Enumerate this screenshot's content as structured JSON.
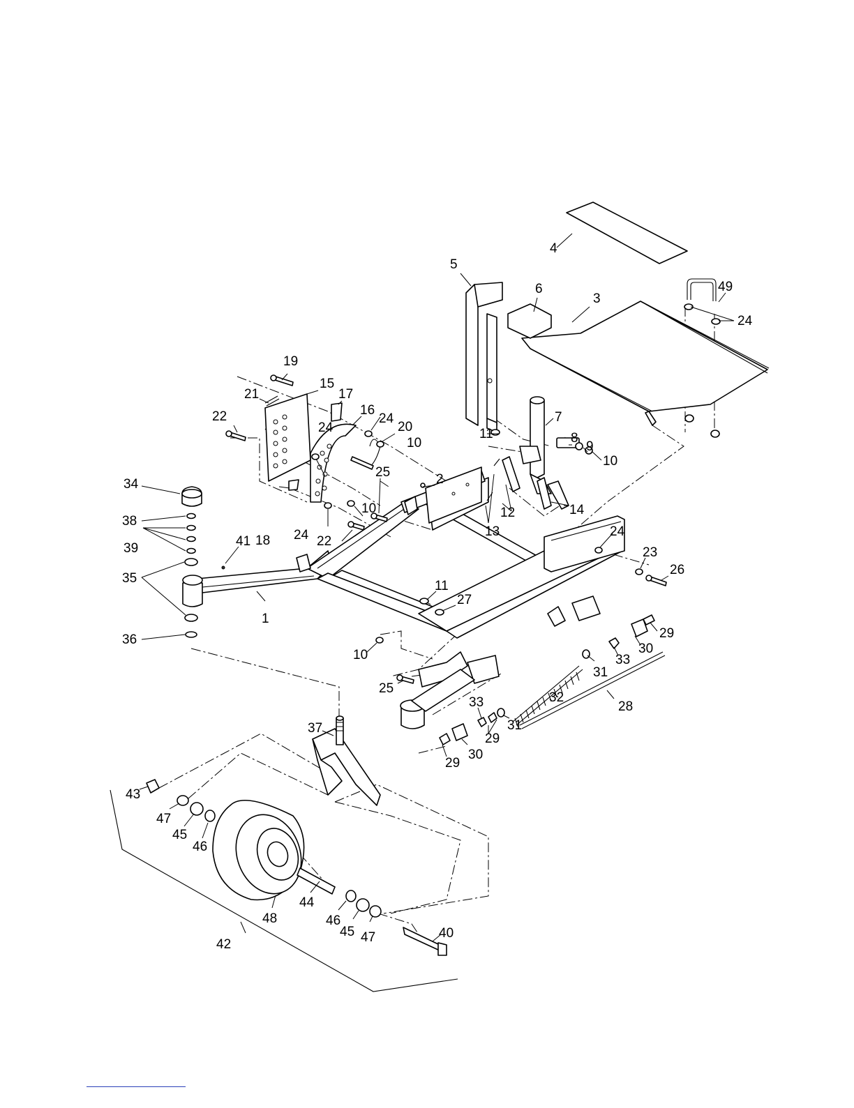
{
  "diagram": {
    "callouts": [
      {
        "id": "c1",
        "text": "1"
      },
      {
        "id": "c2",
        "text": "2"
      },
      {
        "id": "c3",
        "text": "3"
      },
      {
        "id": "c4",
        "text": "4"
      },
      {
        "id": "c5",
        "text": "5"
      },
      {
        "id": "c6",
        "text": "6"
      },
      {
        "id": "c7",
        "text": "7"
      },
      {
        "id": "c8",
        "text": "8"
      },
      {
        "id": "c9",
        "text": "9"
      },
      {
        "id": "c10a",
        "text": "10"
      },
      {
        "id": "c10b",
        "text": "10"
      },
      {
        "id": "c10c",
        "text": "10"
      },
      {
        "id": "c10d",
        "text": "10"
      },
      {
        "id": "c11a",
        "text": "11"
      },
      {
        "id": "c11b",
        "text": "11"
      },
      {
        "id": "c12",
        "text": "12"
      },
      {
        "id": "c13",
        "text": "13"
      },
      {
        "id": "c14",
        "text": "14"
      },
      {
        "id": "c15",
        "text": "15"
      },
      {
        "id": "c16",
        "text": "16"
      },
      {
        "id": "c17",
        "text": "17"
      },
      {
        "id": "c18",
        "text": "18"
      },
      {
        "id": "c19",
        "text": "19"
      },
      {
        "id": "c20",
        "text": "20"
      },
      {
        "id": "c21",
        "text": "21"
      },
      {
        "id": "c22a",
        "text": "22"
      },
      {
        "id": "c22b",
        "text": "22"
      },
      {
        "id": "c23",
        "text": "23"
      },
      {
        "id": "c24a",
        "text": "24"
      },
      {
        "id": "c24b",
        "text": "24"
      },
      {
        "id": "c24c",
        "text": "24"
      },
      {
        "id": "c24d",
        "text": "24"
      },
      {
        "id": "c24e",
        "text": "24"
      },
      {
        "id": "c25a",
        "text": "25"
      },
      {
        "id": "c25b",
        "text": "25"
      },
      {
        "id": "c26",
        "text": "26"
      },
      {
        "id": "c27",
        "text": "27"
      },
      {
        "id": "c28",
        "text": "28"
      },
      {
        "id": "c29a",
        "text": "29"
      },
      {
        "id": "c29b",
        "text": "29"
      },
      {
        "id": "c29c",
        "text": "29"
      },
      {
        "id": "c30a",
        "text": "30"
      },
      {
        "id": "c30b",
        "text": "30"
      },
      {
        "id": "c31a",
        "text": "31"
      },
      {
        "id": "c31b",
        "text": "31"
      },
      {
        "id": "c32",
        "text": "32"
      },
      {
        "id": "c33a",
        "text": "33"
      },
      {
        "id": "c33b",
        "text": "33"
      },
      {
        "id": "c34",
        "text": "34"
      },
      {
        "id": "c35",
        "text": "35"
      },
      {
        "id": "c36",
        "text": "36"
      },
      {
        "id": "c37",
        "text": "37"
      },
      {
        "id": "c38",
        "text": "38"
      },
      {
        "id": "c39",
        "text": "39"
      },
      {
        "id": "c40",
        "text": "40"
      },
      {
        "id": "c41",
        "text": "41"
      },
      {
        "id": "c42",
        "text": "42"
      },
      {
        "id": "c43",
        "text": "43"
      },
      {
        "id": "c44",
        "text": "44"
      },
      {
        "id": "c45a",
        "text": "45"
      },
      {
        "id": "c45b",
        "text": "45"
      },
      {
        "id": "c46a",
        "text": "46"
      },
      {
        "id": "c46b",
        "text": "46"
      },
      {
        "id": "c47a",
        "text": "47"
      },
      {
        "id": "c47b",
        "text": "47"
      },
      {
        "id": "c48",
        "text": "48"
      },
      {
        "id": "c49",
        "text": "49"
      }
    ]
  }
}
